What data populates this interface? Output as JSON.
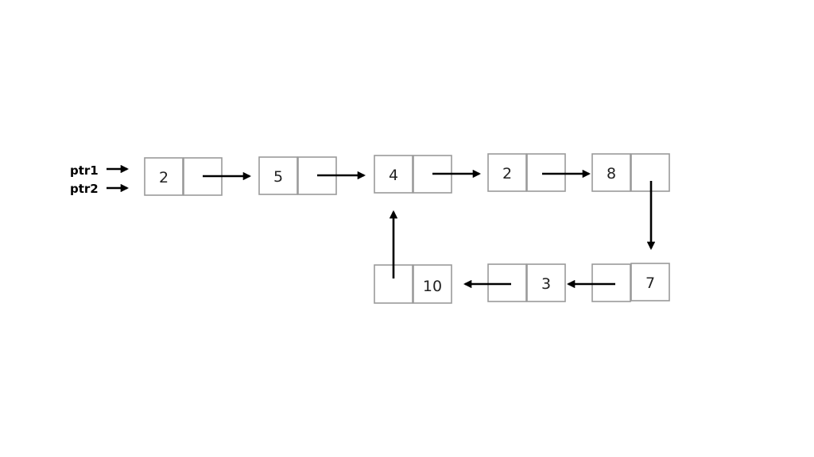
{
  "pointers": [
    {
      "label": "ptr1"
    },
    {
      "label": "ptr2"
    }
  ],
  "nodes": [
    {
      "value": "2"
    },
    {
      "value": "5"
    },
    {
      "value": "4"
    },
    {
      "value": "2"
    },
    {
      "value": "8"
    },
    {
      "value": "7"
    },
    {
      "value": "3"
    },
    {
      "value": "10"
    }
  ],
  "colors": {
    "box_border": "#9a9a9a",
    "arrow": "#000000",
    "text": "#222222"
  }
}
